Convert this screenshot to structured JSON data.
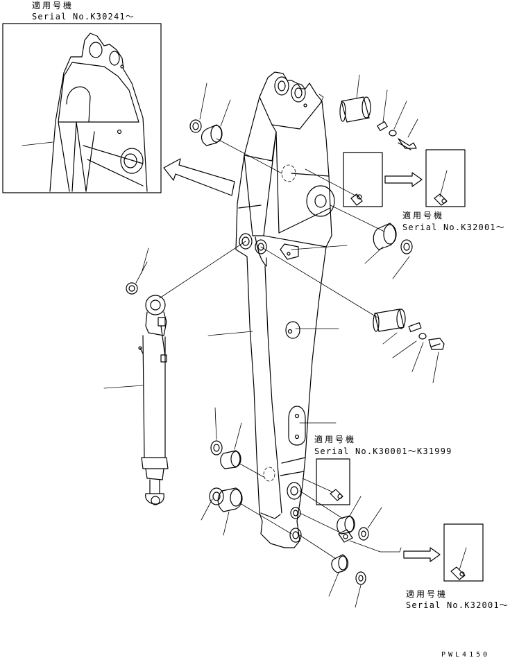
{
  "labels": {
    "inset_applicable": "適用号機",
    "inset_serial": "Serial No.K30241～",
    "grease_top_applicable": "適用号機",
    "grease_top_serial": "Serial No.K32001～",
    "plate_applicable": "適用号機",
    "plate_serial": "Serial No.K30001～K31999",
    "grease_bottom_applicable": "適用号機",
    "grease_bottom_serial": "Serial No.K32001～",
    "drawing_code": "PWL4150"
  }
}
